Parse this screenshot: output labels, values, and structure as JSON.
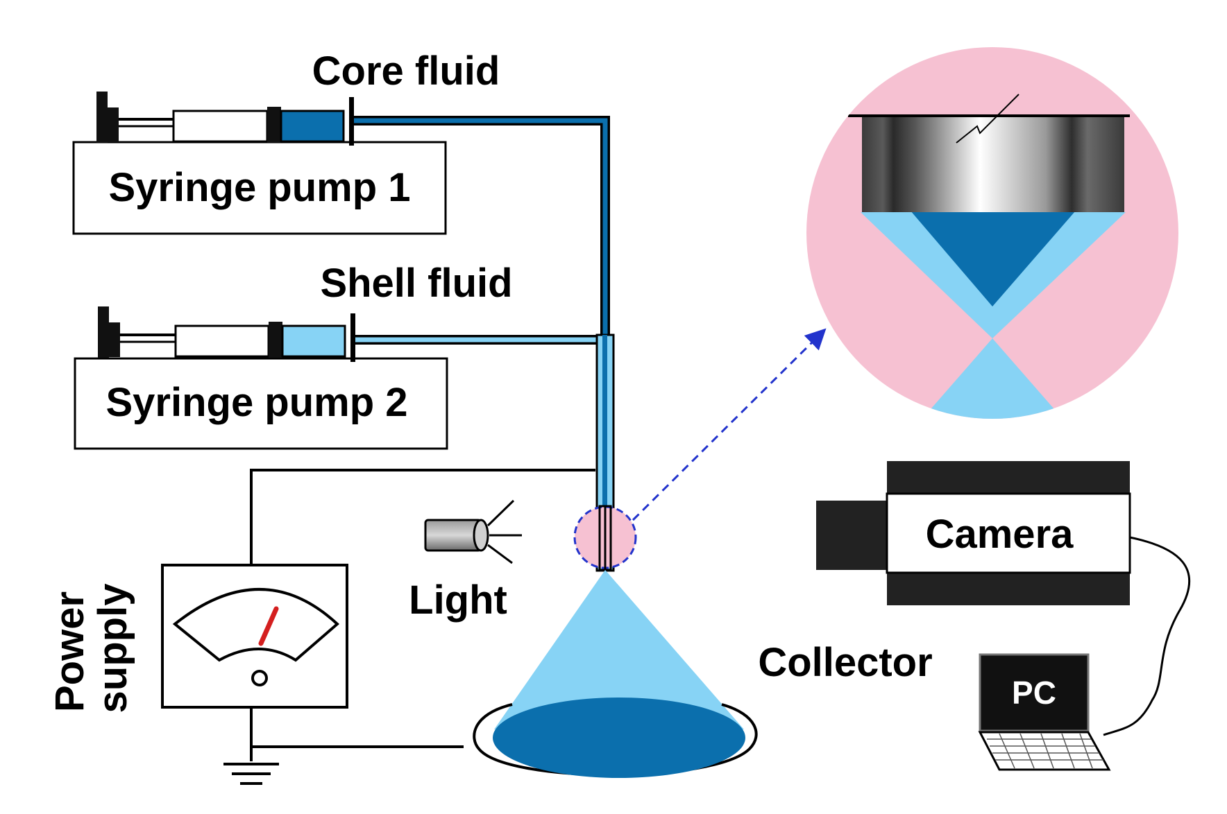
{
  "labels": {
    "core_fluid": "Core fluid",
    "syringe_pump_1": "Syringe pump 1",
    "shell_fluid": "Shell fluid",
    "syringe_pump_2": "Syringe pump 2",
    "power_supply_line1": "Power",
    "power_supply_line2": "supply",
    "light": "Light",
    "collector": "Collector",
    "camera": "Camera",
    "pc": "PC"
  },
  "colors": {
    "core": "#0b6fad",
    "shell": "#87d3f5",
    "magnifier_bg": "#f6c1d2",
    "needle_pointer": "#d41f1f",
    "zoom_arrow": "#2233cc",
    "line": "#000000"
  }
}
